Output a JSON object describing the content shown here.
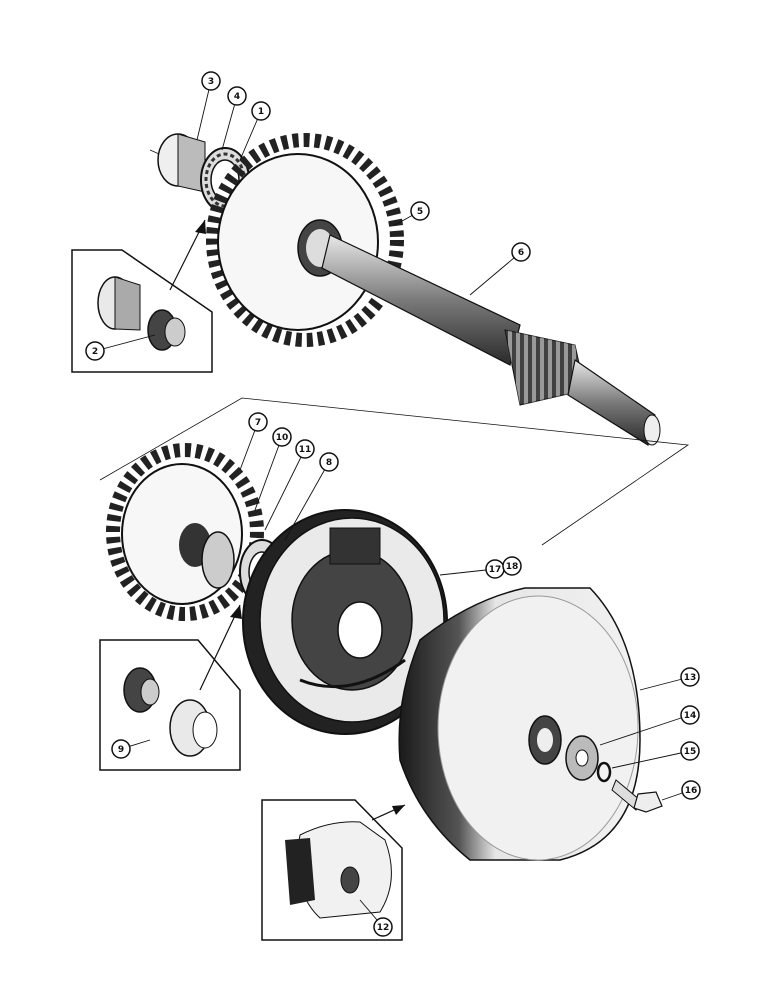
{
  "callouts": [
    {
      "id": "c1",
      "label": "1"
    },
    {
      "id": "c2",
      "label": "2"
    },
    {
      "id": "c3",
      "label": "3"
    },
    {
      "id": "c4",
      "label": "4"
    },
    {
      "id": "c5",
      "label": "5"
    },
    {
      "id": "c6",
      "label": "6"
    },
    {
      "id": "c7",
      "label": "7"
    },
    {
      "id": "c8",
      "label": "8"
    },
    {
      "id": "c9",
      "label": "9"
    },
    {
      "id": "c10",
      "label": "10"
    },
    {
      "id": "c11",
      "label": "11"
    },
    {
      "id": "c12",
      "label": "12"
    },
    {
      "id": "c13",
      "label": "13"
    },
    {
      "id": "c14",
      "label": "14"
    },
    {
      "id": "c15",
      "label": "15"
    },
    {
      "id": "c16",
      "label": "16"
    },
    {
      "id": "c17",
      "label": "17"
    },
    {
      "id": "c18",
      "label": "18"
    }
  ],
  "colors": {
    "ink": "#111111",
    "paper": "#ffffff",
    "metal_light": "#d9d9d9",
    "metal_mid": "#9a9a9a",
    "metal_dark": "#3a3a3a"
  }
}
